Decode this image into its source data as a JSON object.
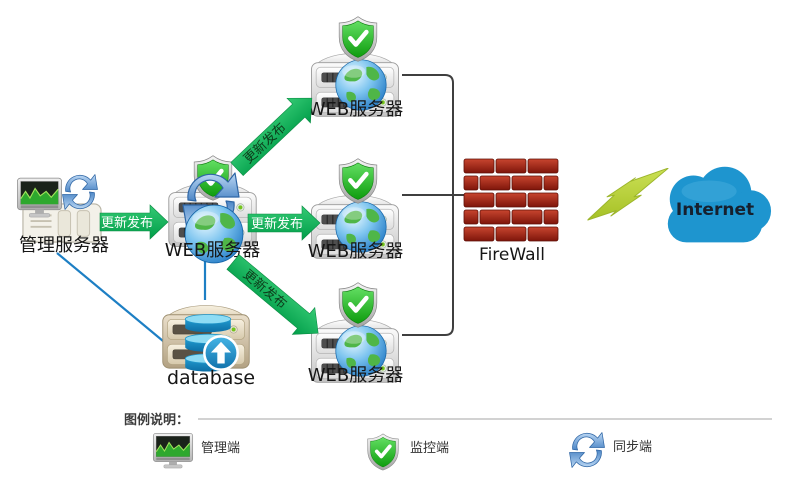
{
  "nodes": {
    "management_server": {
      "label": "管理服务器"
    },
    "web_server_central": {
      "label": "WEB服务器"
    },
    "web_server_top": {
      "label": "WEB服务器"
    },
    "web_server_middle": {
      "label": "WEB服务器"
    },
    "web_server_bottom": {
      "label": "WEB服务器"
    },
    "database": {
      "label": "database"
    },
    "firewall": {
      "label": "FireWall"
    },
    "internet": {
      "label": "Internet"
    }
  },
  "arrows": {
    "management_to_central": {
      "label": "更新发布"
    },
    "central_to_top": {
      "label": "更新发布"
    },
    "central_to_middle": {
      "label": "更新发布"
    },
    "central_to_bottom": {
      "label": "更新发布"
    }
  },
  "legend": {
    "title": "图例说明：",
    "items": [
      {
        "icon": "monitor-icon",
        "label": "管理端"
      },
      {
        "icon": "shield-icon",
        "label": "监控端"
      },
      {
        "icon": "sync-icon",
        "label": "同步端"
      }
    ]
  },
  "colors": {
    "arrow_green": "#00b050",
    "shield_green": "#1f9e1f",
    "firewall_brick": "#a5281a",
    "cloud_blue": "#1e95cf",
    "lightning_green": "#b9d23f",
    "line_blue": "#1d7fc4",
    "line_dark": "#3f3f3f"
  }
}
